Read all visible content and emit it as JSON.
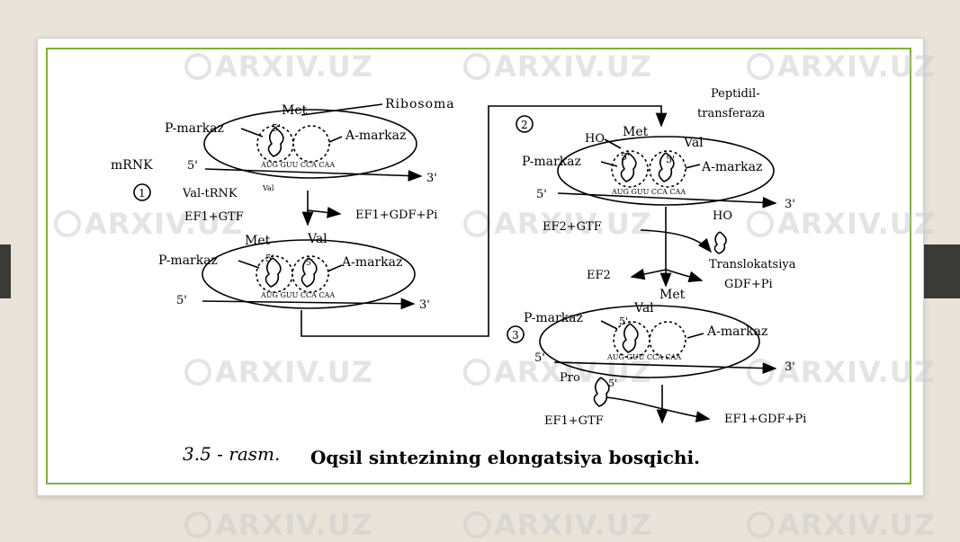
{
  "watermark": "ARXIV.UZ",
  "caption": {
    "number": "3.5 - rasm.",
    "text": "Oqsil sintezining elongatsiya bosqichi."
  },
  "labels": {
    "ribosoma": "Ribosoma",
    "met": "Met",
    "val": "Val",
    "p_center": "P-markaz",
    "a_center": "A-markaz",
    "mrna": "mRNK",
    "five": "5'",
    "three": "3'",
    "codons_1": "AUG   GUU  CCA  CAA",
    "codons_3": "AUG  GUU CCA CAA",
    "step1": "1",
    "step2": "2",
    "step3": "3",
    "val_trna": "Val-tRNK",
    "val_sup": "Val",
    "ef1_gtf": "EF1+GTF",
    "ef1_gdf_pi": "EF1+GDF+Pi",
    "peptidyl": "Peptidil-",
    "transferase": "transferaza",
    "ho": "HO",
    "ef2_gtf": "EF2+GTF",
    "ef2": "EF2",
    "translocation": "Translokatsiya",
    "gdf_pi": "GDF+Pi",
    "pro": "Pro"
  }
}
